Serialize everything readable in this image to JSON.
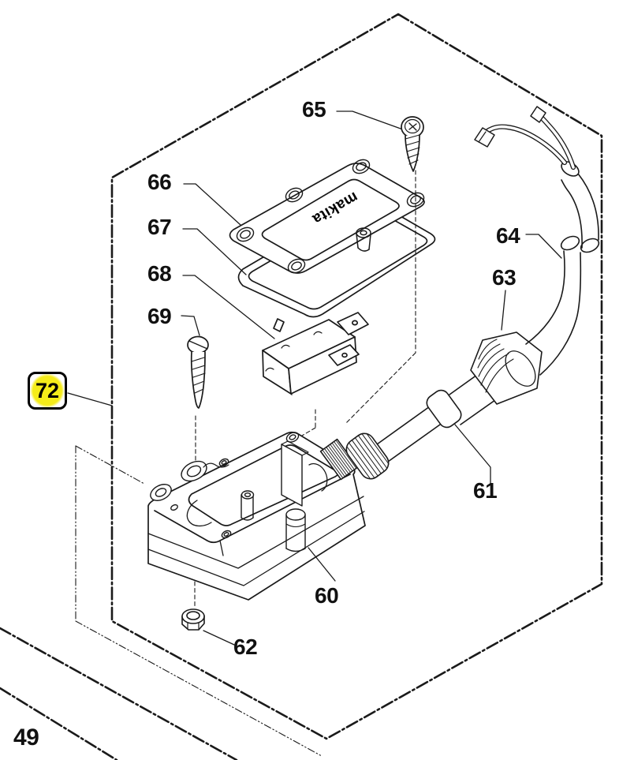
{
  "diagram": {
    "brand": "makita",
    "group_badge": "72",
    "neighbor_group": "49",
    "colors": {
      "line": "#1a1a1a",
      "badge_fill": "#f5ec1a",
      "background": "#ffffff"
    },
    "labels": {
      "60": "60",
      "61": "61",
      "62": "62",
      "63": "63",
      "64": "64",
      "65": "65",
      "66": "66",
      "67": "67",
      "68": "68",
      "69": "69",
      "72": "72",
      "49": "49"
    }
  }
}
